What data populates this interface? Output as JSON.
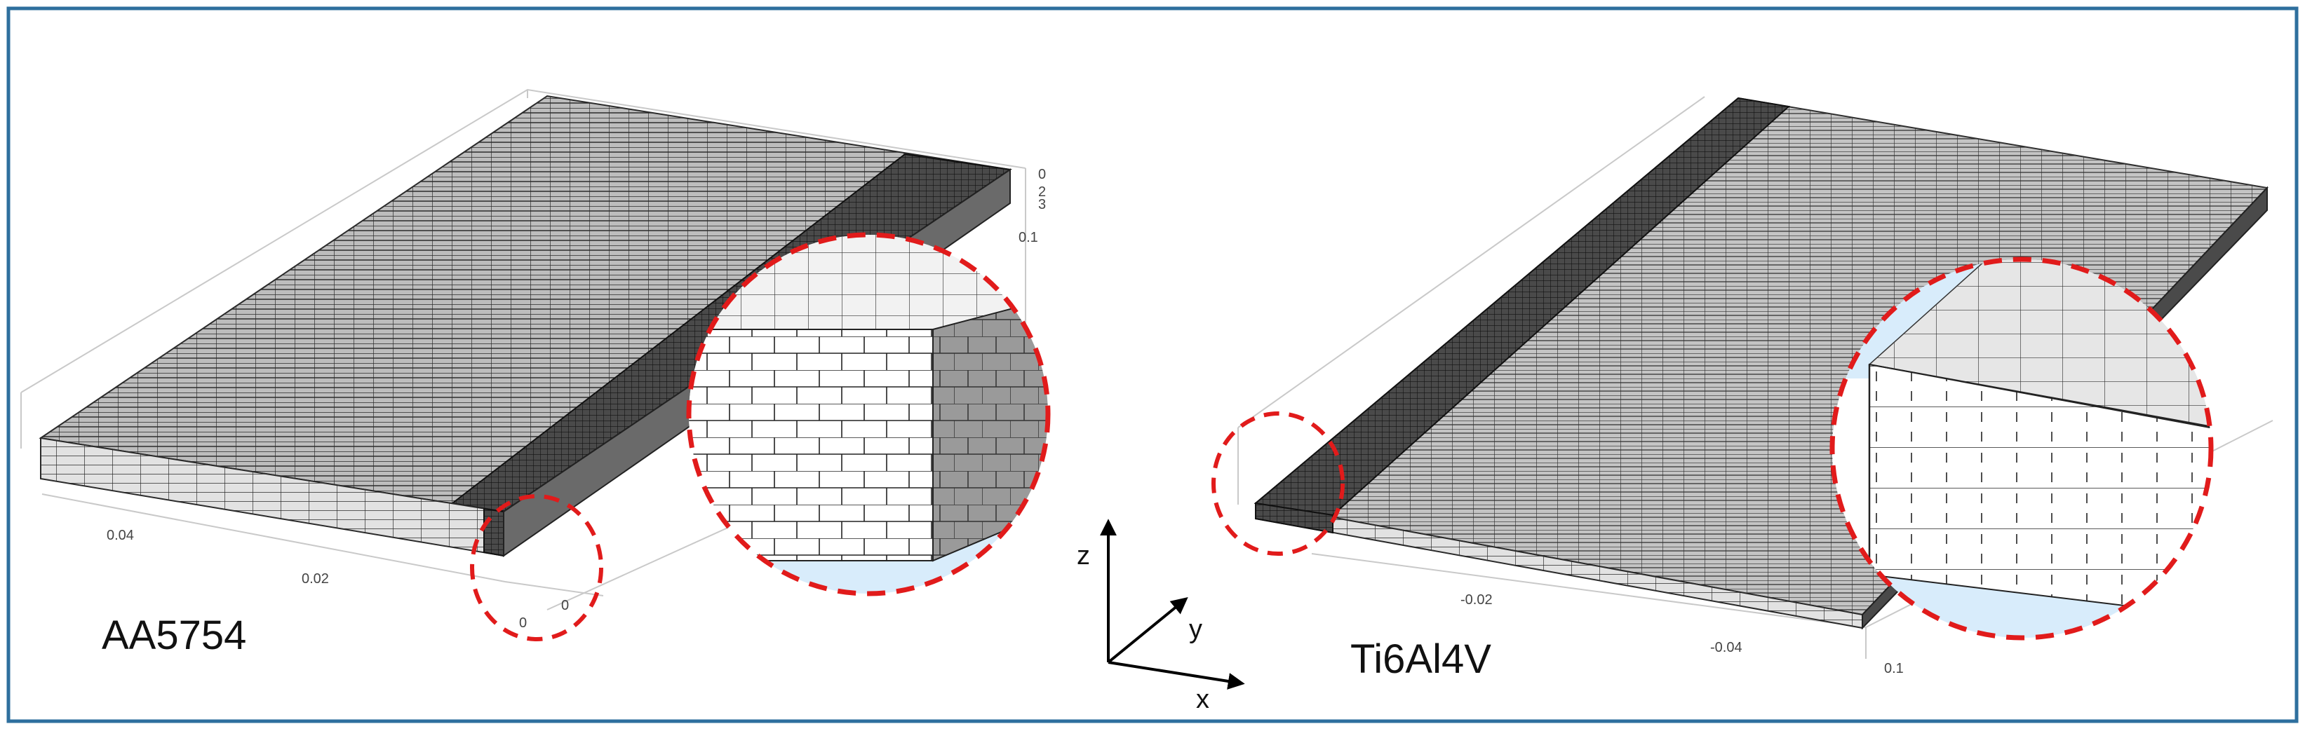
{
  "figure": {
    "left_panel": {
      "label": "AA5754",
      "tick_labels": [
        "0.04",
        "0.02",
        "0",
        "0",
        "0.1",
        "0",
        "2",
        "3"
      ]
    },
    "right_panel": {
      "label": "Ti6Al4V",
      "tick_labels": [
        "-0.02",
        "-0.04",
        "0.1"
      ]
    },
    "axes_triad": {
      "x": "x",
      "y": "y",
      "z": "z"
    }
  },
  "colors": {
    "frame": "#2e6f9e",
    "mesh_line": "#333333",
    "mesh_fill_light": "#b9b9b9",
    "mesh_fill_dark": "#3a3a3a",
    "zoom_circle": "#e11b1b",
    "zoom_bg": "#d8ecfb"
  }
}
